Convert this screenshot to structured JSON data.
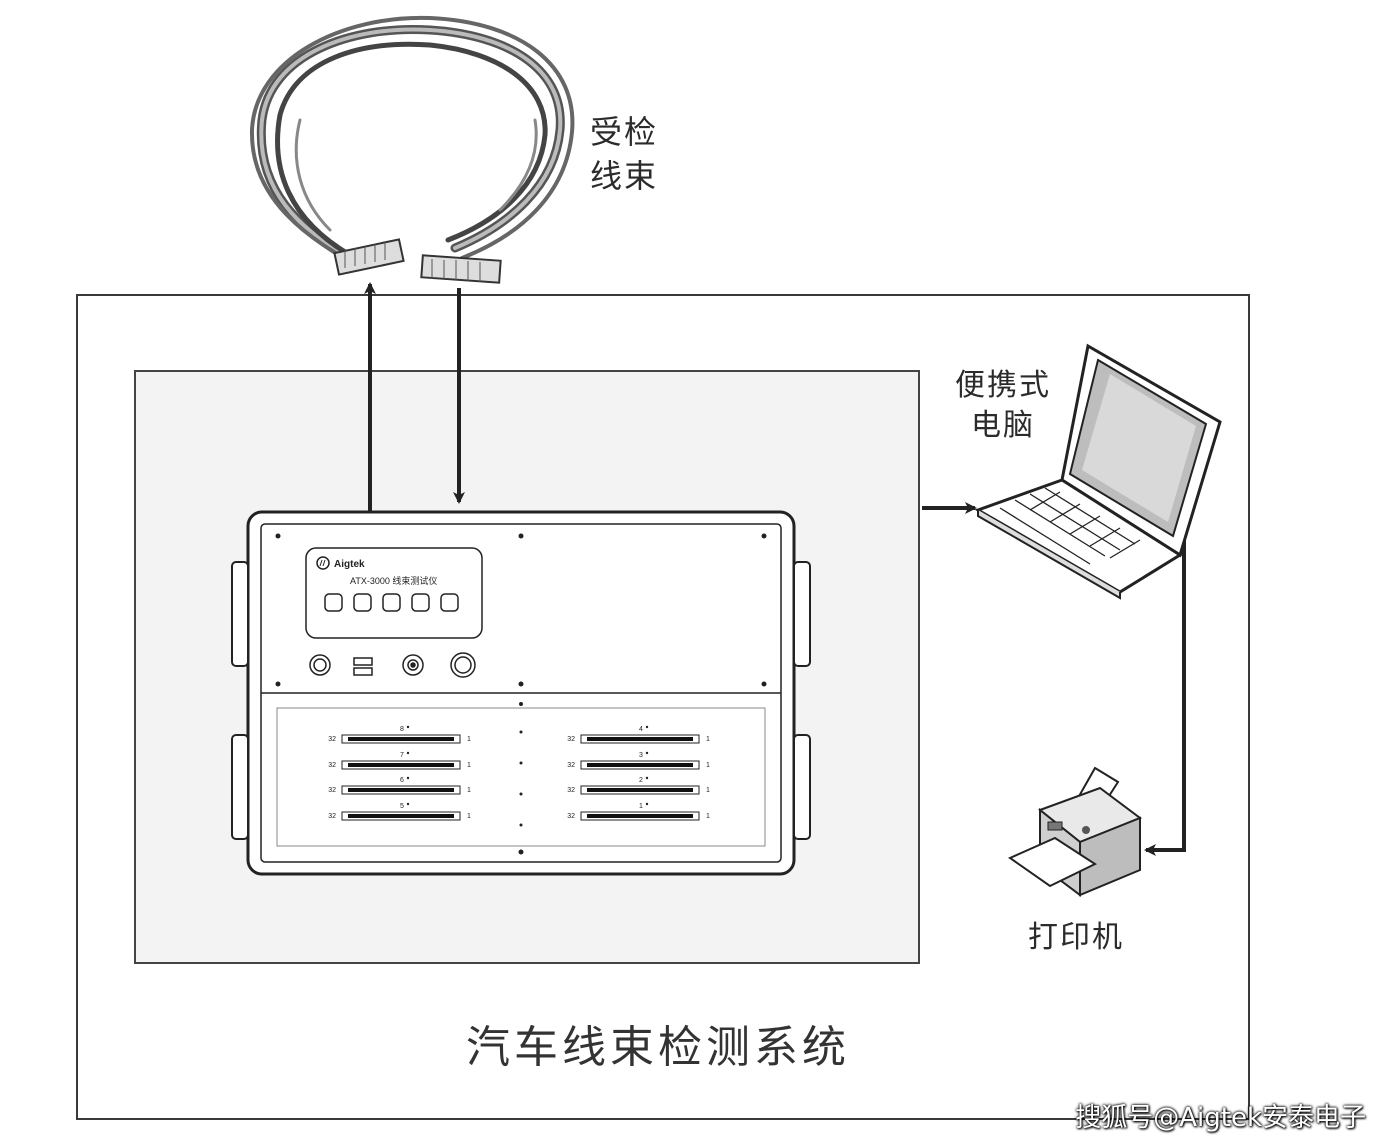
{
  "labels": {
    "harness_line1": "受检",
    "harness_line2": "线束",
    "laptop_line1": "便携式",
    "laptop_line2": "电脑",
    "printer": "打印机",
    "system": "汽车线束检测系统"
  },
  "instrument": {
    "brand": "Aigtek",
    "model": "ATX-3000  线束测试仪",
    "connectors": [
      {
        "id": "8",
        "left": "32",
        "right": "1"
      },
      {
        "id": "7",
        "left": "32",
        "right": "1"
      },
      {
        "id": "6",
        "left": "32",
        "right": "1"
      },
      {
        "id": "5",
        "left": "32",
        "right": "1"
      },
      {
        "id": "4",
        "left": "32",
        "right": "1"
      },
      {
        "id": "3",
        "left": "32",
        "right": "1"
      },
      {
        "id": "2",
        "left": "32",
        "right": "1"
      },
      {
        "id": "1",
        "left": "32",
        "right": "1"
      }
    ]
  },
  "watermark": "搜狐号@Aigtek安泰电子"
}
